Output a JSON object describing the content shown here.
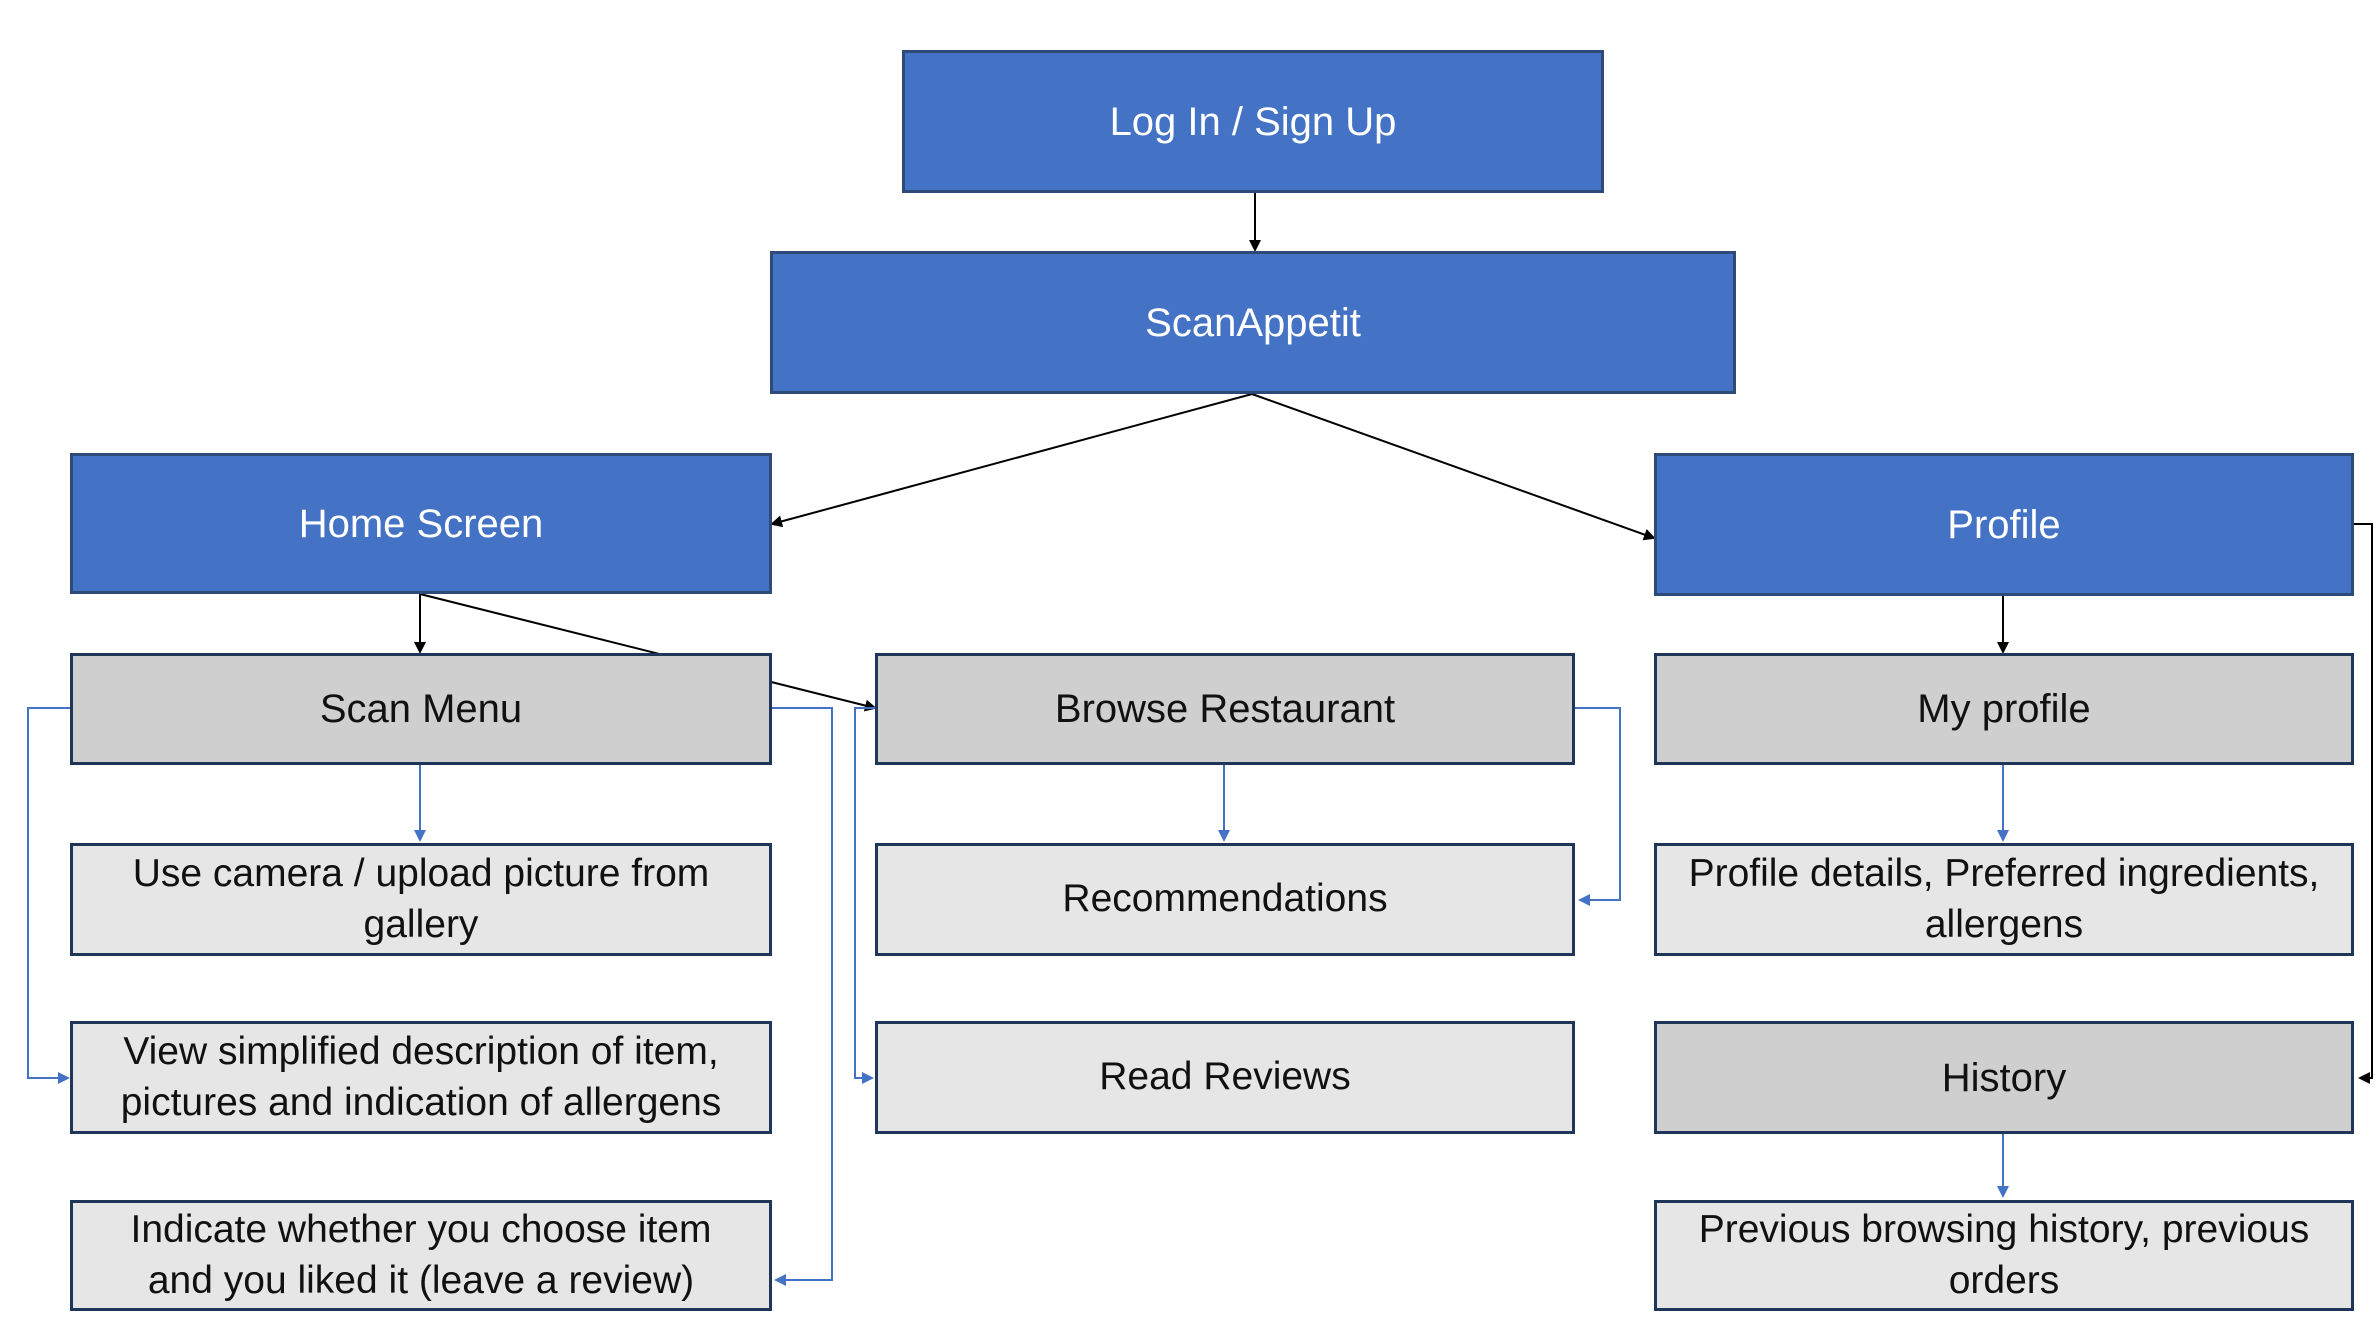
{
  "nodes": {
    "login": "Log In / Sign Up",
    "app": "ScanAppetit",
    "home": "Home Screen",
    "profile": "Profile",
    "scan_menu": "Scan Menu",
    "browse_restaurant": "Browse Restaurant",
    "my_profile": "My profile",
    "use_camera": "Use camera / upload picture from gallery",
    "recommendations": "Recommendations",
    "profile_details": "Profile details, Preferred ingredients, allergens",
    "view_description": "View simplified description of item, pictures and indication of allergens",
    "read_reviews": "Read Reviews",
    "history": "History",
    "indicate_choice": "Indicate whether you choose item and you liked it (leave a review)",
    "previous_history": "Previous browsing history, previous orders"
  },
  "colors": {
    "primary_fill": "#4472c4",
    "secondary_fill": "#d0cfd0",
    "tertiary_fill": "#e7e6e7",
    "black_connector": "#000000",
    "blue_connector": "#4472c4"
  }
}
